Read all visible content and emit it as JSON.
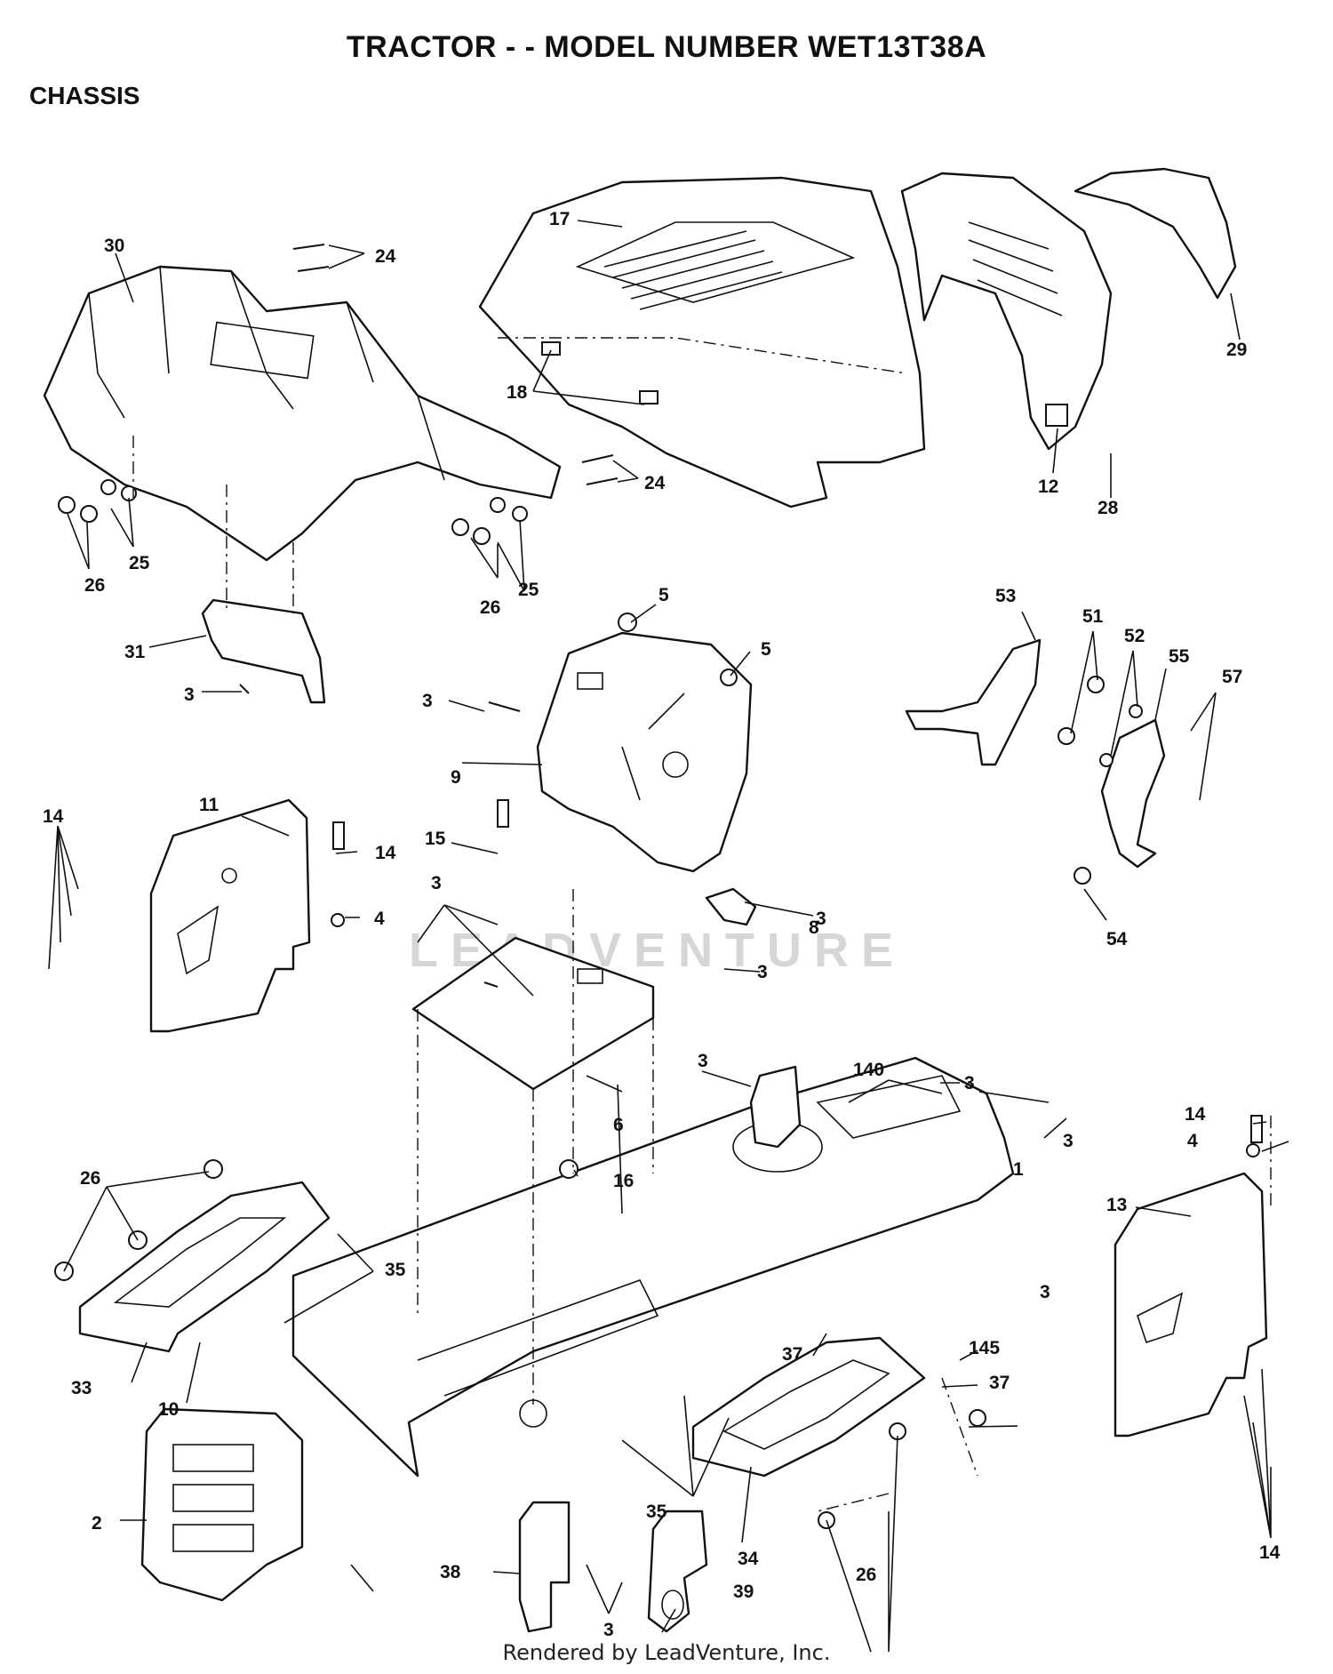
{
  "header": {
    "title": "TRACTOR - - MODEL NUMBER WET13T38A",
    "section": "CHASSIS"
  },
  "footer": {
    "credit": "Rendered by LeadVenture, Inc."
  },
  "watermark": {
    "text": "LEADVENTURE"
  },
  "callouts": {
    "c30": "30",
    "c24a": "24",
    "c17": "17",
    "c18": "18",
    "c29": "29",
    "c12": "12",
    "c28": "28",
    "c24b": "24",
    "c25a": "25",
    "c26a": "26",
    "c26b": "26",
    "c25b": "25",
    "c31": "31",
    "c3a": "3",
    "c5a": "5",
    "c5b": "5",
    "c3b": "3",
    "c9": "9",
    "c53": "53",
    "c51": "51",
    "c52": "52",
    "c55": "55",
    "c57": "57",
    "c11": "11",
    "c14a": "14",
    "c14b": "14",
    "c4a": "4",
    "c15": "15",
    "c3c": "3",
    "c54": "54",
    "c3d": "3",
    "c8": "8",
    "c3e": "3",
    "c6": "6",
    "c3f": "3",
    "c140": "140",
    "c3g": "3",
    "c3h": "3",
    "c14c": "14",
    "c4b": "4",
    "c1": "1",
    "c13": "13",
    "c26c": "26",
    "c16": "16",
    "c35a": "35",
    "c3i": "3",
    "c33": "33",
    "c10": "10",
    "c37a": "37",
    "c145": "145",
    "c37b": "37",
    "c2": "2",
    "c35b": "35",
    "c34": "34",
    "c14d": "14",
    "c38": "38",
    "c3j": "3",
    "c39": "39",
    "c26d": "26"
  }
}
